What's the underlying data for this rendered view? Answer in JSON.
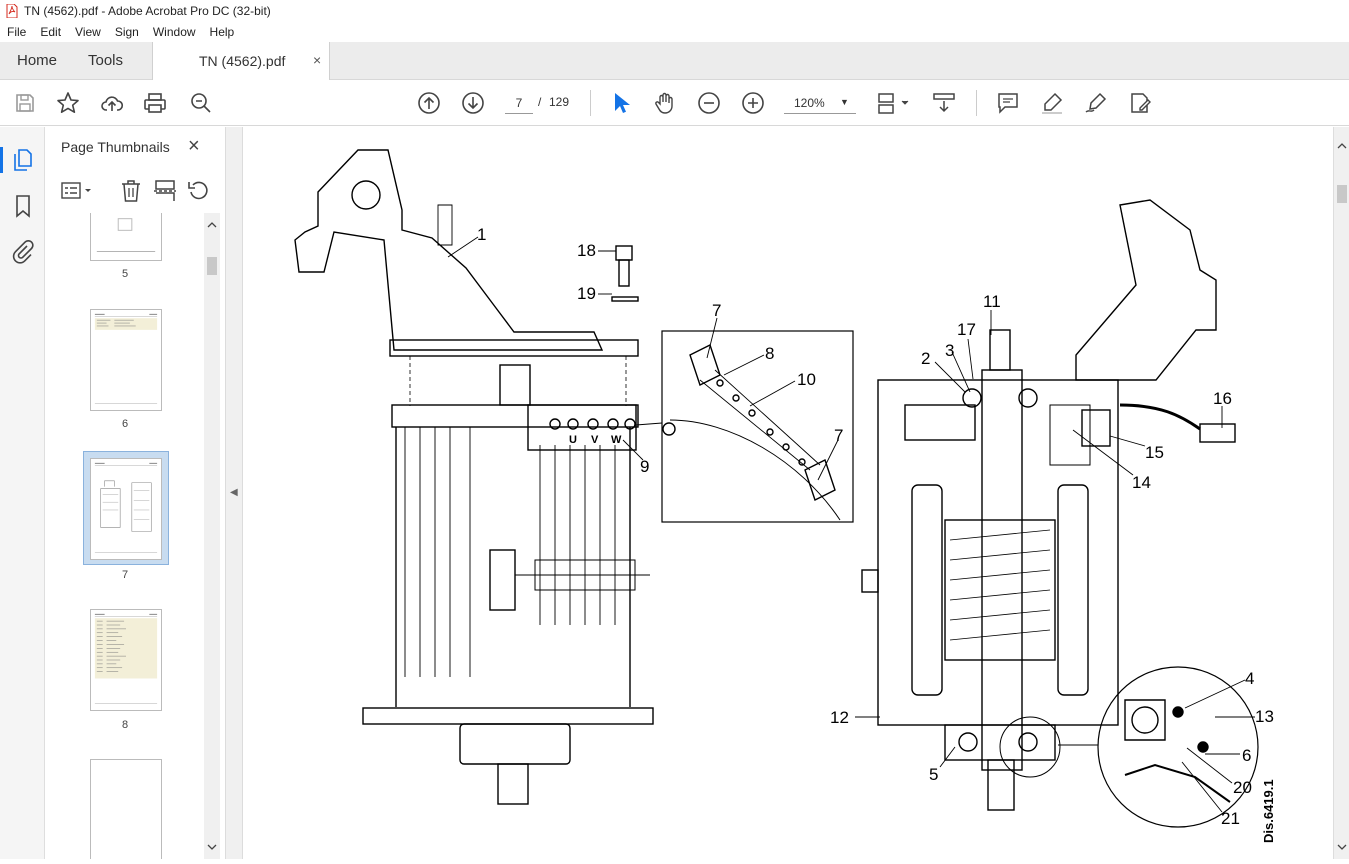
{
  "window": {
    "title": "TN (4562).pdf - Adobe Acrobat Pro DC (32-bit)"
  },
  "menu": [
    "File",
    "Edit",
    "View",
    "Sign",
    "Window",
    "Help"
  ],
  "tabs": {
    "home": "Home",
    "tools": "Tools",
    "document": "TN (4562).pdf",
    "close": "×"
  },
  "toolbar": {
    "page_current": "7",
    "page_sep": "/",
    "page_total": "129",
    "zoom": "120%"
  },
  "panel": {
    "title": "Page Thumbnails",
    "close": "×",
    "thumbnails": [
      {
        "label": "5"
      },
      {
        "label": "6"
      },
      {
        "label": "7",
        "selected": true
      },
      {
        "label": "8"
      }
    ]
  },
  "drawing": {
    "callouts": [
      "1",
      "18",
      "19",
      "7",
      "8",
      "10",
      "7",
      "9",
      "11",
      "17",
      "2",
      "3",
      "16",
      "15",
      "14",
      "12",
      "4",
      "13",
      "6",
      "20",
      "21",
      "5"
    ],
    "code": "Dis.6419.1",
    "terminal_labels": [
      "U",
      "V",
      "W"
    ]
  },
  "colors": {
    "accent": "#1473e6",
    "selected_thumb": "#c8dcf0"
  }
}
